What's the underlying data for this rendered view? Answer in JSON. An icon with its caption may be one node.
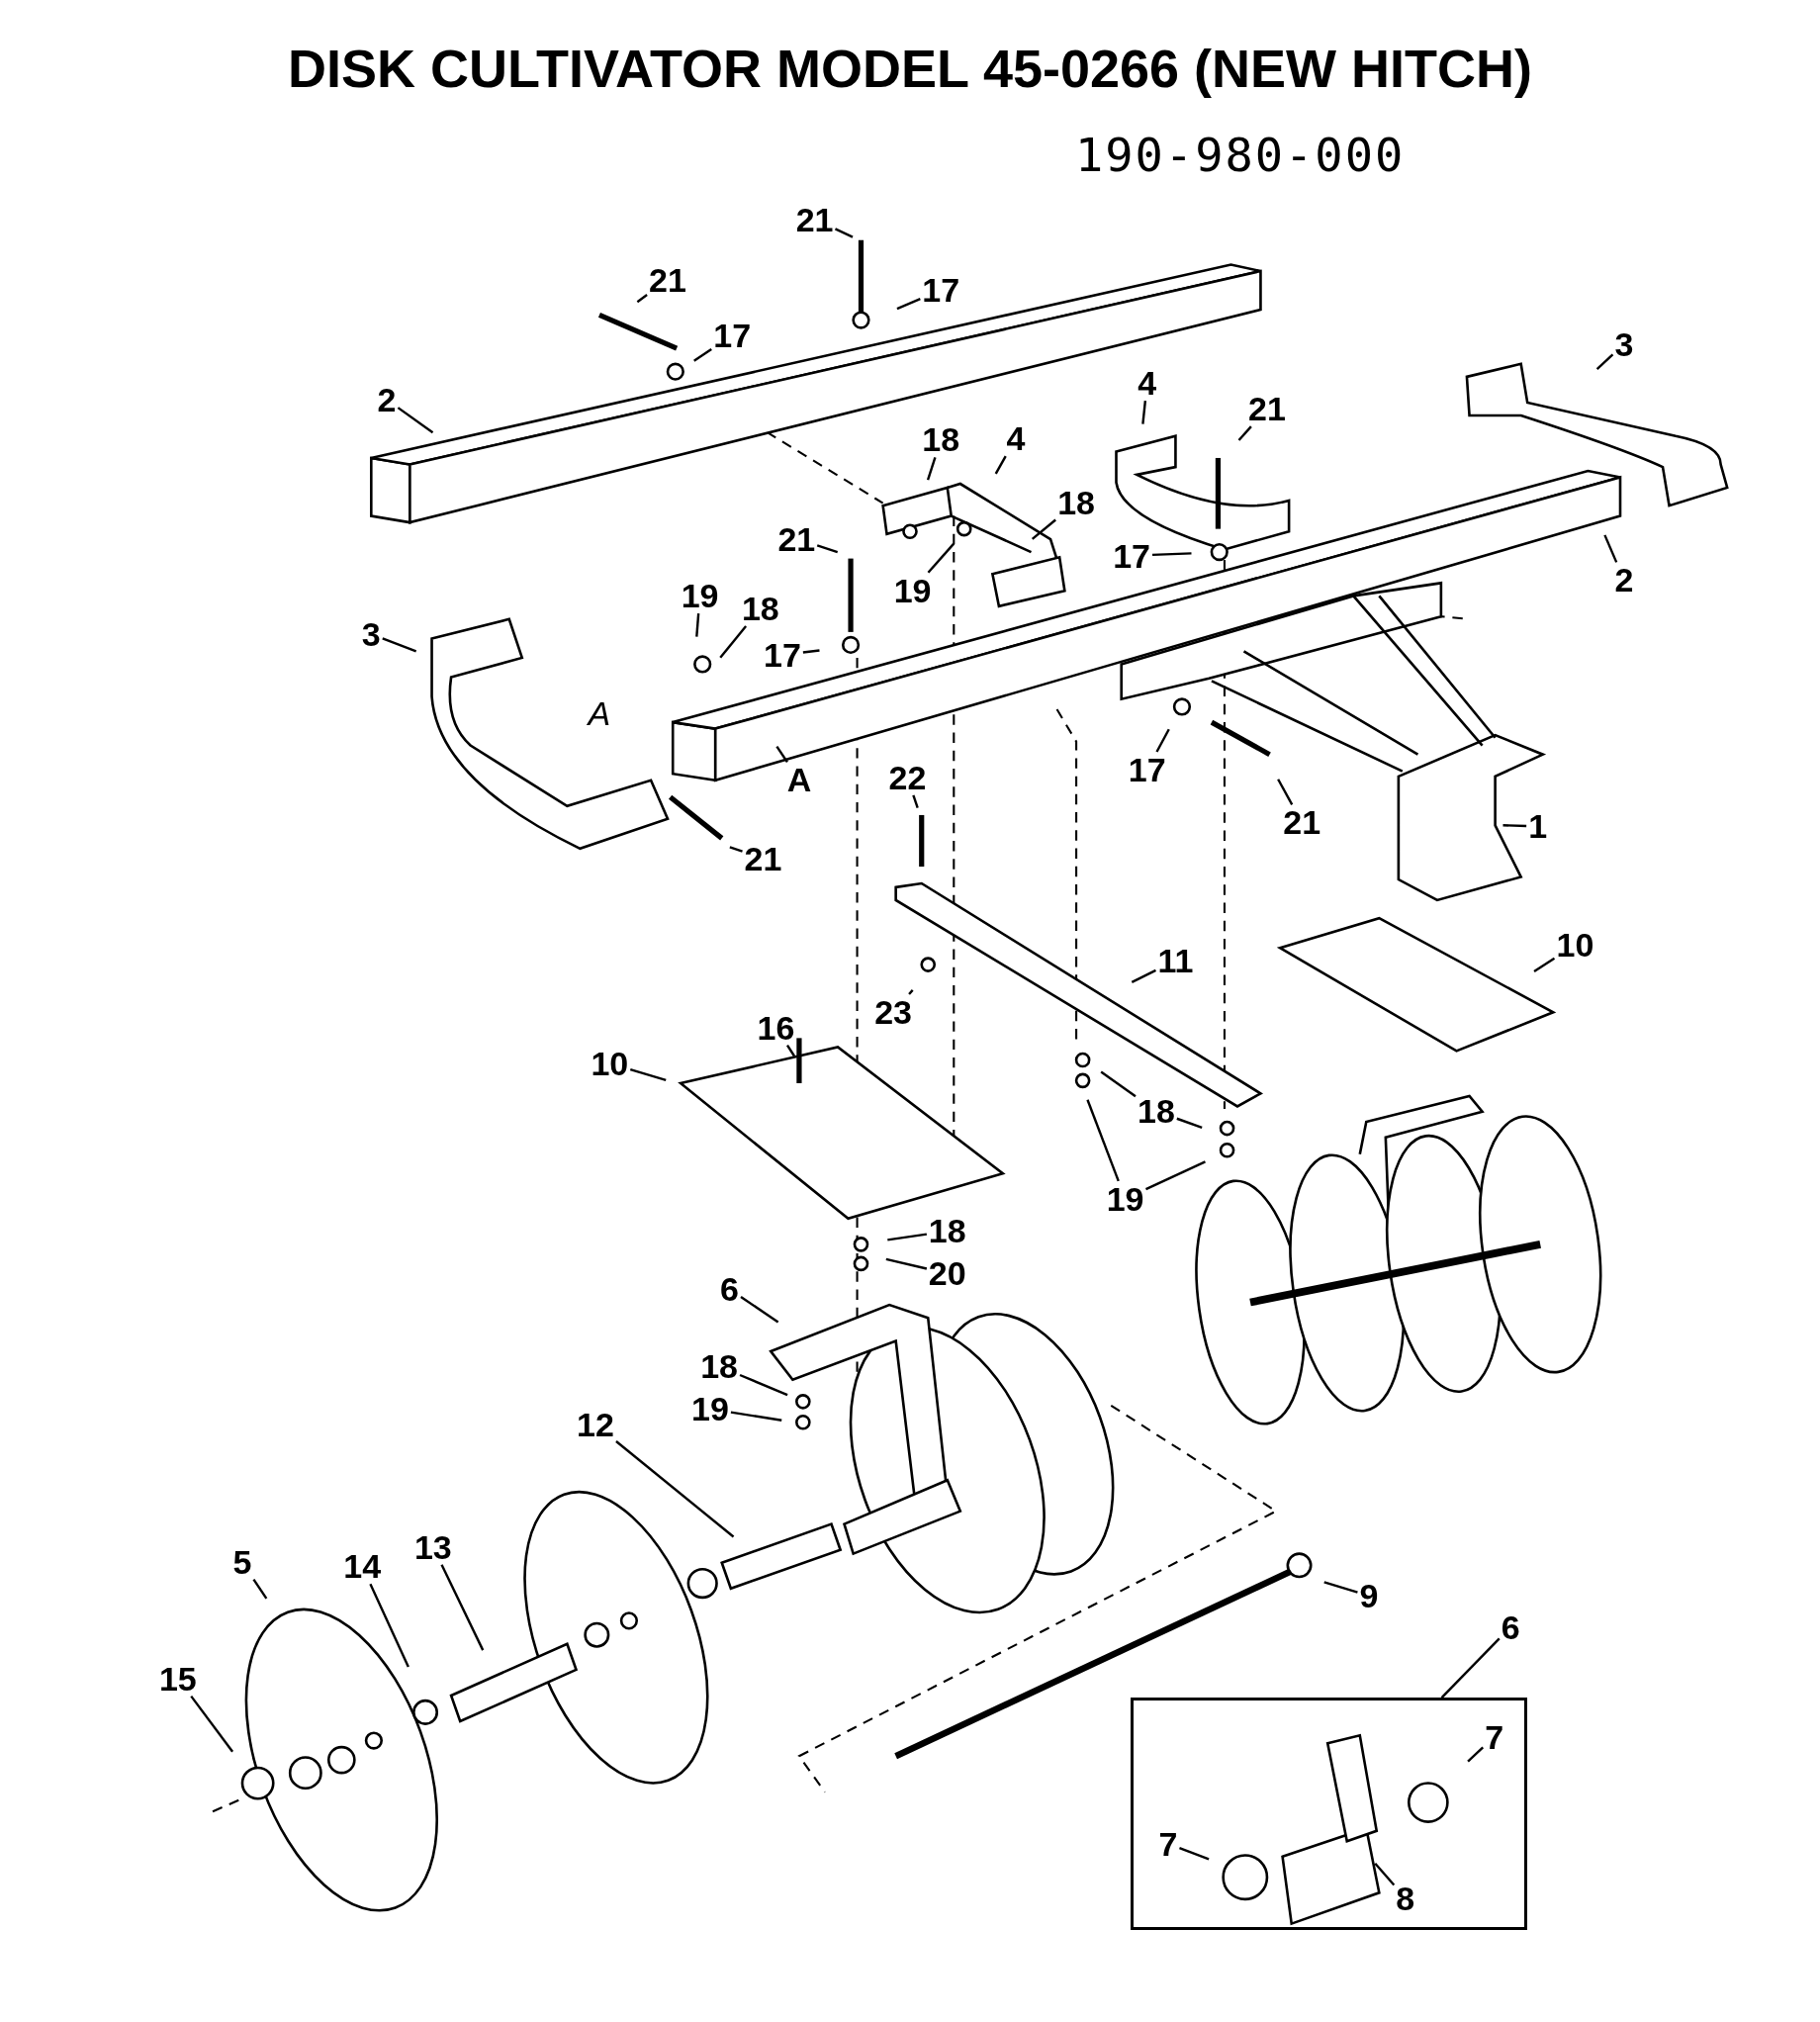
{
  "diagram": {
    "title": "DISK CULTIVATOR MODEL 45-0266 (NEW HITCH)",
    "nodes": [
      {
        "text": [
          "21"
        ]
      },
      {
        "text": [
          "21"
        ]
      },
      {
        "text": [
          "17"
        ]
      },
      {
        "text": [
          "17"
        ]
      },
      {
        "text": [
          "3"
        ]
      },
      {
        "text": [
          "4"
        ]
      },
      {
        "text": [
          "2"
        ]
      },
      {
        "text": [
          "21"
        ]
      },
      {
        "text": [
          "18"
        ]
      },
      {
        "text": [
          "4"
        ]
      },
      {
        "text": [
          "18"
        ]
      },
      {
        "text": [
          "21"
        ]
      },
      {
        "text": [
          "17"
        ]
      },
      {
        "text": [
          "19"
        ]
      },
      {
        "text": [
          "2"
        ]
      },
      {
        "text": [
          "19"
        ]
      },
      {
        "text": [
          "18"
        ]
      },
      {
        "text": [
          "17"
        ]
      },
      {
        "text": [
          "3"
        ]
      },
      {
        "text": [
          "A"
        ]
      },
      {
        "text": [
          "22"
        ]
      },
      {
        "text": [
          "17"
        ]
      },
      {
        "text": [
          "21"
        ]
      },
      {
        "text": [
          "1"
        ]
      },
      {
        "text": [
          "21"
        ]
      },
      {
        "text": [
          "11"
        ]
      },
      {
        "text": [
          "10"
        ]
      },
      {
        "text": [
          "23"
        ]
      },
      {
        "text": [
          "16"
        ]
      },
      {
        "text": [
          "10"
        ]
      },
      {
        "text": [
          "18"
        ]
      },
      {
        "text": [
          "19"
        ]
      },
      {
        "text": [
          "18"
        ]
      },
      {
        "text": [
          "20"
        ]
      },
      {
        "text": [
          "6"
        ]
      },
      {
        "text": [
          "18"
        ]
      },
      {
        "text": [
          "19"
        ]
      },
      {
        "text": [
          "12"
        ]
      },
      {
        "text": [
          "9"
        ]
      },
      {
        "text": [
          "5"
        ]
      },
      {
        "text": [
          "14"
        ]
      },
      {
        "text": [
          "13"
        ]
      },
      {
        "text": [
          "6"
        ]
      },
      {
        "text": [
          "15"
        ]
      },
      {
        "text": [],
        "shape": "box"
      },
      {
        "text": [
          "7"
        ],
        "in": 44
      },
      {
        "text": [
          "7"
        ],
        "in": 44
      },
      {
        "text": [
          "8"
        ],
        "in": 44
      }
    ],
    "edges": [
      {
        "from": 0,
        "to": null,
        "arrow": "none"
      },
      {
        "from": 1,
        "to": null,
        "arrow": "none"
      },
      {
        "from": 2,
        "to": null,
        "arrow": "none"
      },
      {
        "from": 3,
        "to": null,
        "arrow": "none"
      },
      {
        "from": 4,
        "to": null,
        "arrow": "none"
      },
      {
        "from": 5,
        "to": null,
        "arrow": "none"
      },
      {
        "from": 6,
        "to": null,
        "arrow": "none"
      },
      {
        "from": 7,
        "to": null,
        "arrow": "none"
      },
      {
        "from": 8,
        "to": null,
        "arrow": "none"
      },
      {
        "from": 9,
        "to": null,
        "arrow": "none"
      },
      {
        "from": 10,
        "to": null,
        "arrow": "none"
      },
      {
        "from": 11,
        "to": null,
        "arrow": "none"
      },
      {
        "from": 12,
        "to": null,
        "arrow": "none"
      },
      {
        "from": 13,
        "to": null,
        "arrow": "none"
      },
      {
        "from": 14,
        "to": null,
        "arrow": "none"
      },
      {
        "from": 15,
        "to": null,
        "arrow": "none"
      },
      {
        "from": 16,
        "to": null,
        "arrow": "none"
      },
      {
        "from": 17,
        "to": null,
        "arrow": "none"
      },
      {
        "from": 18,
        "to": null,
        "arrow": "none"
      },
      {
        "from": 19,
        "to": null,
        "arrow": "none"
      },
      {
        "from": 20,
        "to": null,
        "arrow": "none"
      },
      {
        "from": 21,
        "to": null,
        "arrow": "none"
      },
      {
        "from": 22,
        "to": null,
        "arrow": "none"
      },
      {
        "from": 23,
        "to": null,
        "arrow": "none"
      },
      {
        "from": 24,
        "to": null,
        "arrow": "none"
      },
      {
        "from": 25,
        "to": null,
        "arrow": "none"
      },
      {
        "from": 26,
        "to": null,
        "arrow": "none"
      },
      {
        "from": 27,
        "to": null,
        "arrow": "none"
      },
      {
        "from": 28,
        "to": null,
        "arrow": "none"
      },
      {
        "from": 29,
        "to": null,
        "arrow": "none"
      },
      {
        "from": 30,
        "to": null,
        "arrow": "none"
      },
      {
        "from": 30,
        "to": null,
        "arrow": "none"
      },
      {
        "from": 31,
        "to": null,
        "arrow": "none"
      },
      {
        "from": 31,
        "to": null,
        "arrow": "none"
      },
      {
        "from": 32,
        "to": null,
        "arrow": "none"
      },
      {
        "from": 33,
        "to": null,
        "arrow": "none"
      },
      {
        "from": 34,
        "to": null,
        "arrow": "none"
      },
      {
        "from": 35,
        "to": null,
        "arrow": "none"
      },
      {
        "from": 36,
        "to": null,
        "arrow": "none"
      },
      {
        "from": 37,
        "to": null,
        "arrow": "none"
      },
      {
        "from": 38,
        "to": null,
        "arrow": "none"
      },
      {
        "from": 39,
        "to": null,
        "arrow": "none"
      },
      {
        "from": 40,
        "to": null,
        "arrow": "none"
      },
      {
        "from": 41,
        "to": null,
        "arrow": "none"
      },
      {
        "from": 42,
        "to": 44,
        "arrow": "none"
      },
      {
        "from": 43,
        "to": null,
        "arrow": "none"
      },
      {
        "from": 45,
        "to": null,
        "arrow": "none"
      },
      {
        "from": 46,
        "to": null,
        "arrow": "none"
      },
      {
        "from": 47,
        "to": null,
        "arrow": "none"
      }
    ],
    "labels": [
      "190-980-000",
      "A"
    ]
  }
}
